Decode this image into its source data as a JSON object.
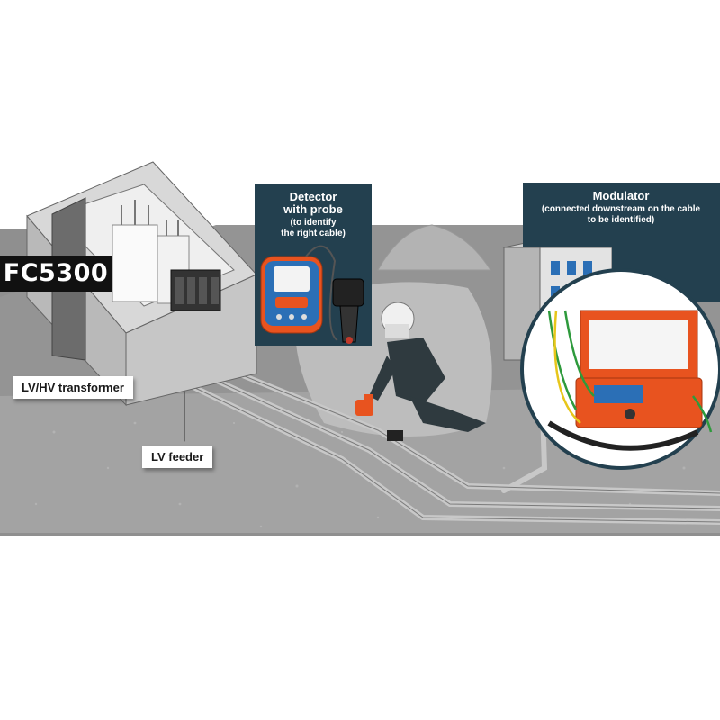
{
  "brand": {
    "model": "FC5300"
  },
  "labels": {
    "transformer": "LV/HV transformer",
    "feeder": "LV feeder"
  },
  "callouts": {
    "detector": {
      "title_line1": "Detector",
      "title_line2": "with probe",
      "sub_line1": "(to identify",
      "sub_line2": "the right cable)"
    },
    "modulator": {
      "title": "Modulator",
      "sub_line1": "(connected downstream on the cable",
      "sub_line2": "to be identified)"
    }
  },
  "colors": {
    "panel": "#23404f",
    "ground": "#8c8c8c",
    "soil": "#a7a7a7",
    "orange": "#e8531f",
    "detector_blue": "#2b6fb6",
    "worker": "#2f3a3f",
    "wire_green": "#2e9a3c",
    "wire_yellow": "#e7c61a"
  },
  "icons": [
    "transformer-icon",
    "detector-device-icon",
    "probe-icon",
    "worker-icon",
    "modulator-case-icon",
    "distribution-cabinet-icon"
  ]
}
